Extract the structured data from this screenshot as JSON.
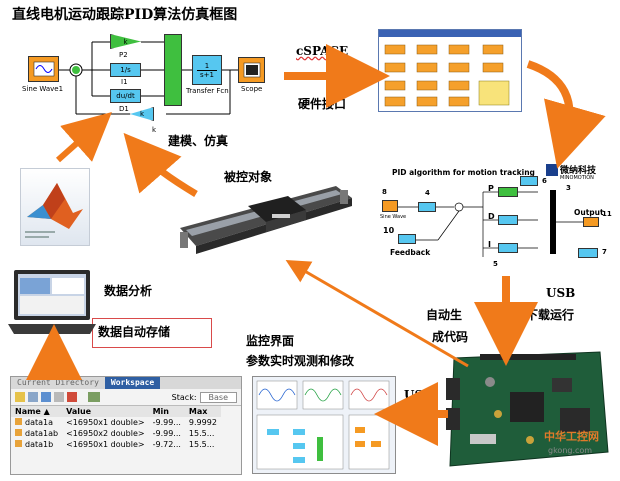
{
  "title": "直线电机运动跟踪PID算法仿真框图",
  "labels": {
    "dspace": "cSPACE",
    "hardware_interface": "硬件接口",
    "modeling_sim": "建模、仿真",
    "controlled_object": "被控对象",
    "data_analysis": "数据分析",
    "data_autosave": "数据自动存储",
    "auto_codegen_1": "自动生",
    "auto_codegen_2": "成代码",
    "usb_download_1": "USB",
    "usb_download_2": "下载运行",
    "monitor_1": "监控界面",
    "monitor_2": "参数实时观测和修改",
    "usb_left": "USB",
    "watermark_1": "中华工控网",
    "watermark_2": "gkong.com"
  },
  "simulink": {
    "sine_wave": "Sine Wave1",
    "p_gain": "P2",
    "i_block": "1/s",
    "i_label": "I1",
    "d_block": "du/dt",
    "d_label": "D1",
    "k_gain": "k",
    "k_label": "k",
    "tf_num": "1",
    "tf_den": "s+1",
    "tf_label": "Transfer Fcn",
    "scope": "Scope"
  },
  "pid_diagram": {
    "title": "PID algorithm for motion tracking",
    "brand": "微纳科技",
    "brand_sub": "MINOMOTION",
    "sine": "Sine Wave",
    "output": "Output",
    "feedback": "Feedback",
    "p": "P",
    "i": "I",
    "d": "D",
    "n8": "8",
    "n4": "4",
    "n6": "6",
    "n10": "10",
    "n5": "5",
    "n7": "7",
    "n11": "11",
    "n3": "3"
  },
  "workspace": {
    "tab_inactive": "Current Directory",
    "tab_active": "Workspace",
    "stack_label": "Stack:",
    "stack_value": "Base",
    "headers": [
      "Name ▲",
      "Value",
      "Min",
      "Max"
    ],
    "rows": [
      {
        "name": "data1a",
        "value": "<16950x1 double>",
        "min": "-9.99...",
        "max": "9.9992"
      },
      {
        "name": "data1ab",
        "value": "<16950x2 double>",
        "min": "-9.99...",
        "max": "15.5..."
      },
      {
        "name": "data1b",
        "value": "<16950x1 double>",
        "min": "-9.72...",
        "max": "15.5..."
      }
    ]
  },
  "colors": {
    "arrow": "#f07a1a",
    "green_block": "#3fbf3f",
    "cyan_block": "#56c7f0",
    "orange_block": "#f59a23",
    "workspace_tab": "#2f5fa3"
  }
}
